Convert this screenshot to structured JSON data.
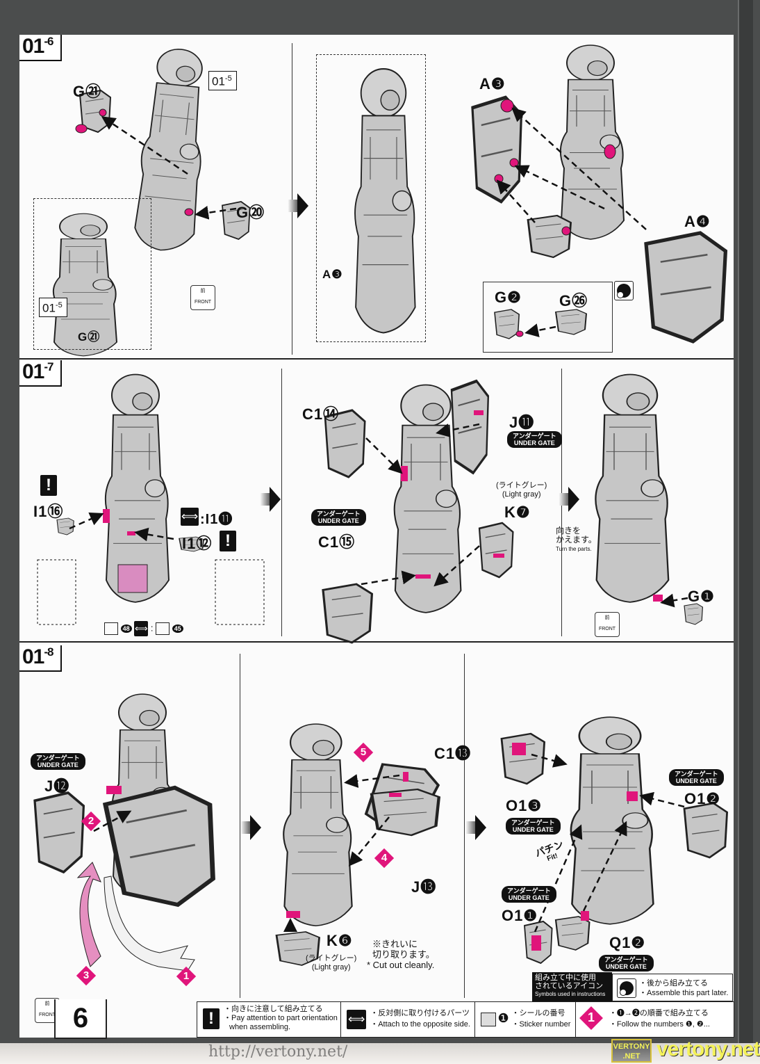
{
  "page": {
    "number": "6"
  },
  "colors": {
    "accent": "#e0157b",
    "part_fill": "#c8c8c8",
    "background": "#4b4d4d"
  },
  "steps": [
    {
      "id": "01",
      "sub": "-6",
      "ref_tag": {
        "id": "01",
        "sub": "-5"
      },
      "inset_ref_tag": {
        "id": "01",
        "sub": "-5"
      },
      "parts": [
        "G㉑",
        "G⑳",
        "G㉑",
        "A❸",
        "A❸",
        "A❹",
        "G❷",
        "G㉖"
      ],
      "front_icon": {
        "jp": "前",
        "en": "FRONT"
      }
    },
    {
      "id": "01",
      "sub": "-7",
      "parts": [
        "I1⑯",
        "I1⑫",
        "C1⑭",
        "J⓫",
        "C1⑮",
        "K❼",
        "G❶"
      ],
      "opposite_label": ":I1⓫",
      "sticker_48": "48",
      "sticker_45": "45",
      "sticker_colon": ":",
      "under_gate": {
        "jp": "アンダーゲート",
        "en": "UNDER GATE"
      },
      "light_gray": {
        "jp": "(ライトグレー)",
        "en": "(Light gray)"
      },
      "turn_parts": {
        "jp1": "向きを",
        "jp2": "かえます。",
        "en": "Turn the parts."
      },
      "front_icon": {
        "jp": "前",
        "en": "FRONT"
      }
    },
    {
      "id": "01",
      "sub": "-8",
      "parts": [
        "J⓬",
        "C1⓭",
        "J⓭",
        "K❻",
        "O1❸",
        "O1❷",
        "O1❶",
        "Q1❷"
      ],
      "order_numbers": [
        "2",
        "3",
        "1",
        "5",
        "4"
      ],
      "under_gate": {
        "jp": "アンダーゲート",
        "en": "UNDER GATE"
      },
      "light_gray": {
        "jp": "(ライトグレー)",
        "en": "(Light gray)"
      },
      "cut_note": {
        "jp1": "※きれいに",
        "jp2": "切り取ります。",
        "en": "* Cut out cleanly."
      },
      "fit": {
        "jp": "パチン",
        "en": "Fit!"
      },
      "front_icon": {
        "jp": "前",
        "en": "FRONT"
      }
    }
  ],
  "icons_box": {
    "jp1": "組み立て中に使用",
    "jp2": "されているアイコン",
    "en": "Symbols used in instructions"
  },
  "later": {
    "jp": "・後から組み立てる",
    "en": "・Assemble this part later."
  },
  "legend": [
    {
      "icon": "exclamation-icon",
      "jp": "・向きに注意して組み立てる",
      "en1": "・Pay attention to part orientation",
      "en2": "when assembling.",
      "glyph": "!"
    },
    {
      "icon": "opposite-side-icon",
      "jp": "・反対側に取り付けるパーツ",
      "en1": "・Attach to the opposite side.",
      "glyph": "⟺"
    },
    {
      "icon": "sticker-icon",
      "jp": "・シールの番号",
      "en1": "・Sticker number",
      "glyph": "❶"
    },
    {
      "icon": "order-icon",
      "jp": "・❶→❷の順番で組み立てる",
      "en1": "・Follow the numbers ❶, ❷...",
      "glyph": "1"
    }
  ],
  "watermarks": {
    "url": "http://vertony.net/",
    "site": "vertony.net",
    "badge1": "VERTONY",
    "badge2": ".NET"
  }
}
